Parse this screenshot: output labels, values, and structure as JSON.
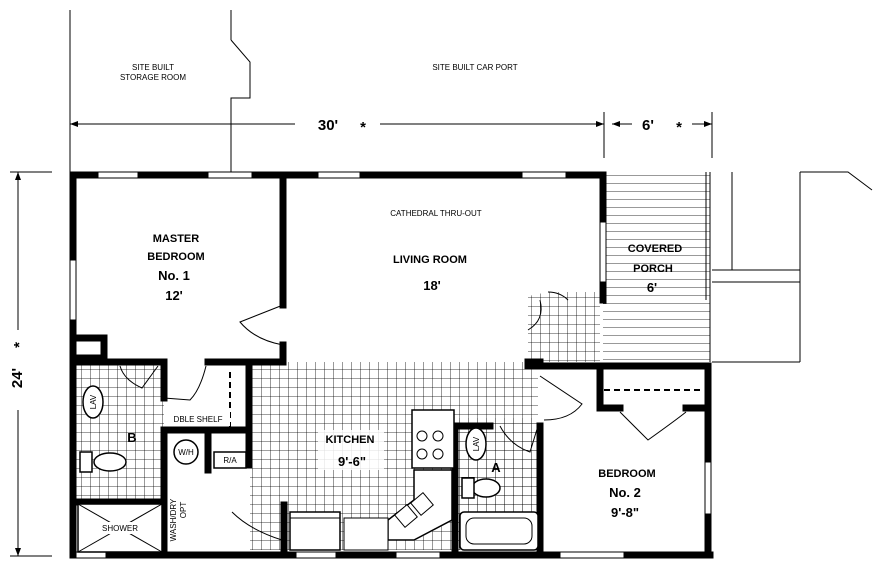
{
  "labels": {
    "storage_room": [
      "SITE BUILT",
      "STORAGE ROOM"
    ],
    "car_port": "SITE BUILT CAR PORT",
    "dim_width_main": "30'",
    "dim_width_porch": "6'",
    "dim_depth": "24'",
    "dim_star": "*",
    "cathedral": "CATHEDRAL THRU-OUT",
    "master_bedroom": [
      "MASTER",
      "BEDROOM",
      "No. 1",
      "12'"
    ],
    "living_room": [
      "LIVING ROOM",
      "18'"
    ],
    "covered_porch": [
      "COVERED",
      "PORCH",
      "6'"
    ],
    "lav_left": "LAV",
    "lav_right": "LAV",
    "bath_b": "B",
    "bath_a": "A",
    "dble_shelf": "DBLE SHELF",
    "wh": "W/H",
    "ra": "R/A",
    "shower": "SHOWER",
    "wash_dry": [
      "WASH/DRY",
      "OPT"
    ],
    "kitchen": [
      "KITCHEN",
      "9'-6\""
    ],
    "bedroom2": [
      "BEDROOM",
      "No. 2",
      "9'-8\""
    ]
  }
}
